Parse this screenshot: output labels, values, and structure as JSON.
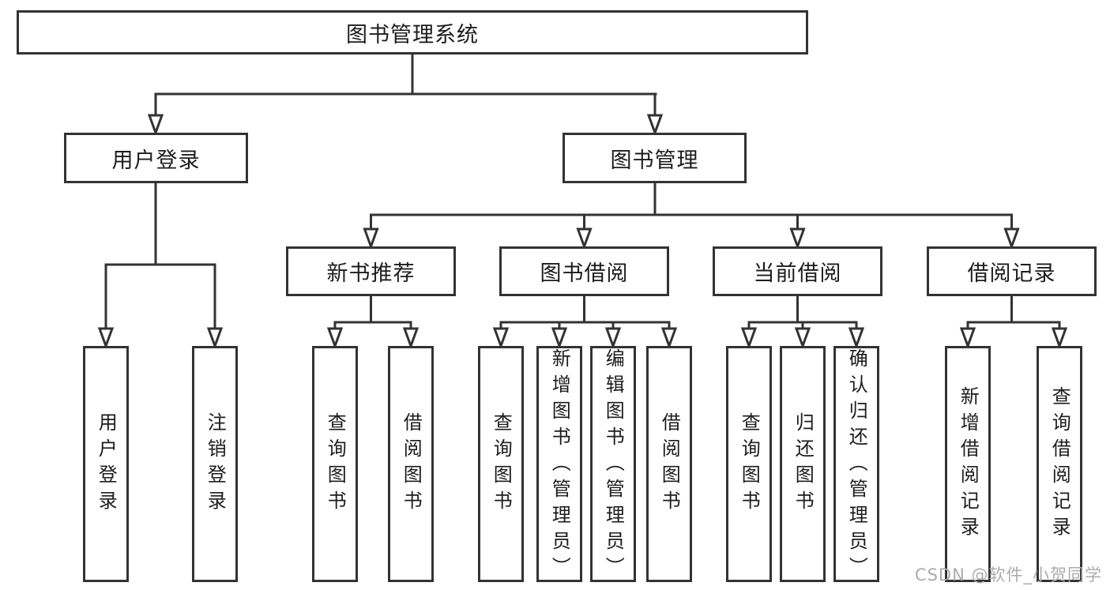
{
  "diagram": {
    "root": {
      "label": "图书管理系统"
    },
    "branches": [
      {
        "label": "用户登录",
        "leaves": [
          {
            "label": "用户登录"
          },
          {
            "label": "注销登录"
          }
        ]
      },
      {
        "label": "图书管理",
        "groups": [
          {
            "label": "新书推荐",
            "leaves": [
              {
                "label": "查询图书"
              },
              {
                "label": "借阅图书"
              }
            ]
          },
          {
            "label": "图书借阅",
            "leaves": [
              {
                "label": "查询图书"
              },
              {
                "label": "新增图书（管理员）"
              },
              {
                "label": "编辑图书（管理员）"
              },
              {
                "label": "借阅图书"
              }
            ]
          },
          {
            "label": "当前借阅",
            "leaves": [
              {
                "label": "查询图书"
              },
              {
                "label": "归还图书"
              },
              {
                "label": "确认归还（管理员）"
              }
            ]
          },
          {
            "label": "借阅记录",
            "leaves": [
              {
                "label": "新增借阅记录"
              },
              {
                "label": "查询借阅记录"
              }
            ]
          }
        ]
      }
    ]
  },
  "watermark": {
    "text": "CSDN @软件_小贺同学"
  },
  "colors": {
    "line": "#333333",
    "text": "#1c1c1c",
    "watermark": "#ababab",
    "background": "#ffffff"
  }
}
